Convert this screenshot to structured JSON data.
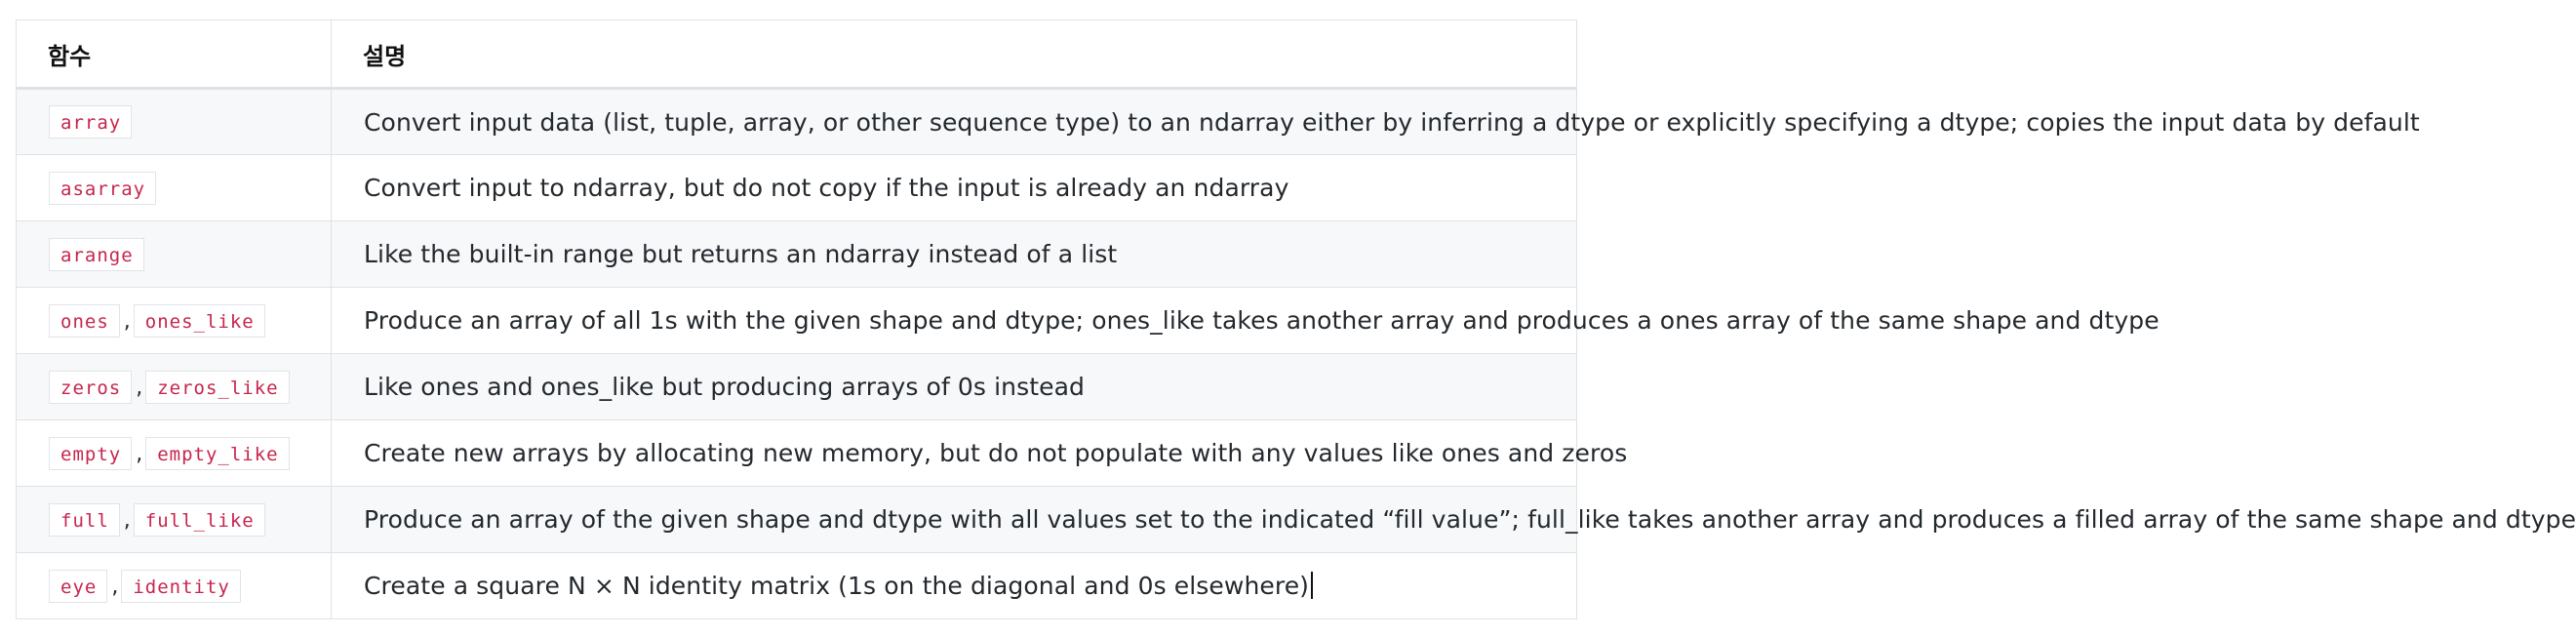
{
  "header": {
    "col_function": "함수",
    "col_description": "설명"
  },
  "rows": [
    {
      "fn1": "array",
      "fn2": "",
      "desc": "Convert input data (list, tuple, array, or other sequence type) to an ndarray either by inferring a dtype or explicitly specifying a dtype; copies the input data by default"
    },
    {
      "fn1": "asarray",
      "fn2": "",
      "desc": "Convert input to ndarray, but do not copy if the input is already an ndarray"
    },
    {
      "fn1": "arange",
      "fn2": "",
      "desc": "Like the built-in range but returns an ndarray instead of a list"
    },
    {
      "fn1": "ones",
      "fn2": "ones_like",
      "desc": "Produce an array of all 1s with the given shape and dtype; ones_like takes another array and produces a ones array of the same shape and dtype"
    },
    {
      "fn1": "zeros",
      "fn2": "zeros_like",
      "desc": "Like ones and ones_like but producing arrays of 0s instead"
    },
    {
      "fn1": "empty",
      "fn2": "empty_like",
      "desc": "Create new arrays by allocating new memory, but do not populate with any values like ones and zeros"
    },
    {
      "fn1": "full",
      "fn2": "full_like",
      "desc": "Produce an array of the given shape and dtype with all values set to the indicated “fill value”; full_like takes another array and produces a filled array of the same shape and dtype"
    },
    {
      "fn1": "eye",
      "fn2": "identity",
      "desc": "Create a square N × N identity matrix (1s on the diagonal and 0s elsewhere)"
    }
  ],
  "separator": ","
}
